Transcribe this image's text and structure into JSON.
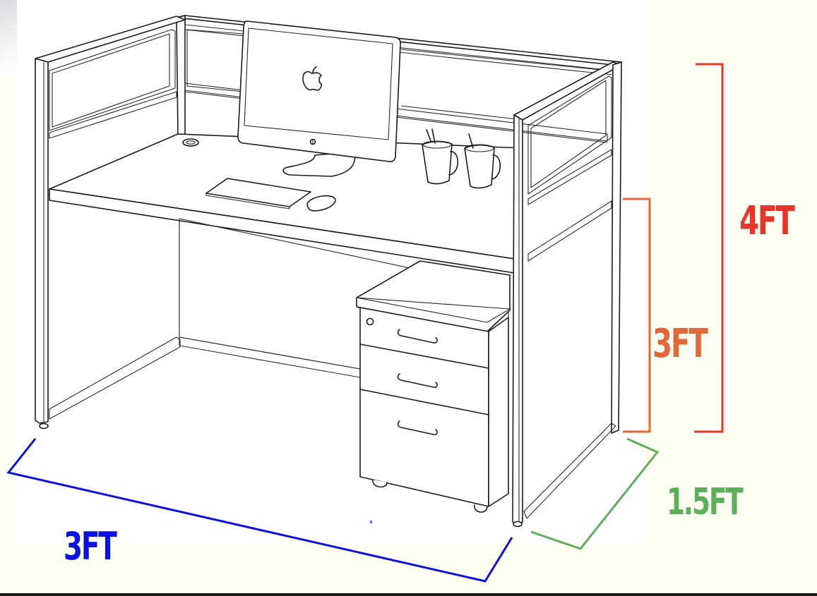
{
  "diagram": {
    "subject": "Office cubicle workstation with desk, monitor, keyboard, mouse, two mugs and mobile pedestal drawer unit",
    "objects": {
      "monitor": "all-in-one desktop computer",
      "monitor_logo_icon": "apple-logo-icon",
      "keyboard": "keyboard",
      "mouse": "mouse",
      "mugs": [
        "mug with spoon",
        "mug with spoon"
      ],
      "grommet": "cable grommet",
      "pedestal": {
        "drawers": 3,
        "has_lock": true,
        "has_casters": true
      }
    },
    "dimensions": {
      "overall_height": {
        "label": "4FT",
        "color": "#E8352A"
      },
      "desk_height": {
        "label": "3FT",
        "color": "#E0683A"
      },
      "depth": {
        "label": "1.5FT",
        "color": "#5DAF5A"
      },
      "width": {
        "label": "3FT",
        "color": "#0A12E0"
      }
    },
    "colors": {
      "background": "#FEFEF3",
      "drawing_background": "#FFFFFF",
      "line_art": "#1B1B1B"
    }
  }
}
